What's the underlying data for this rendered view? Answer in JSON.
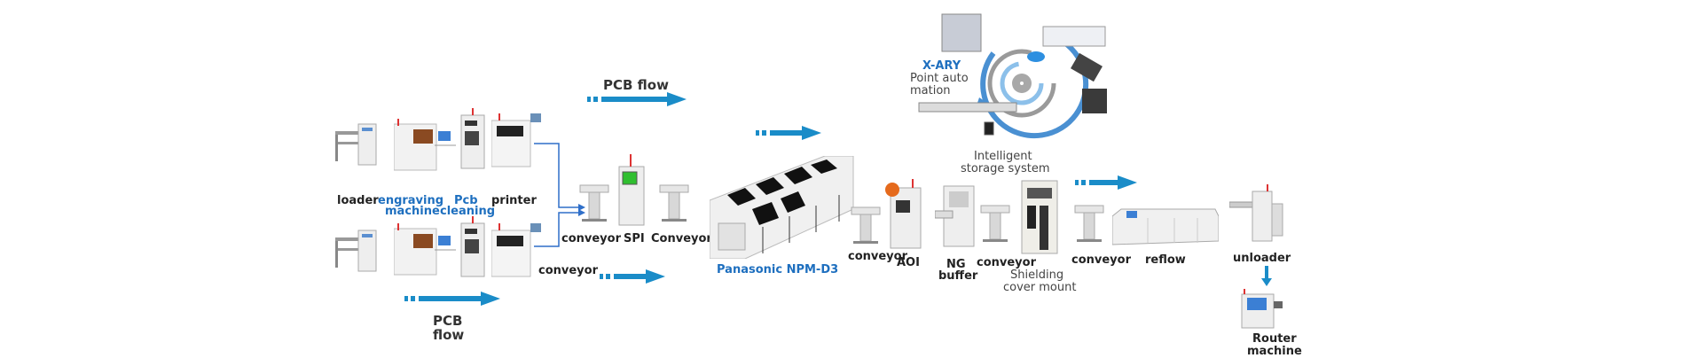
{
  "diagram": {
    "title": "SMT production line",
    "flow_labels": {
      "top": "PCB flow",
      "bottom_line1": "PCB",
      "bottom_line2": "flow"
    },
    "upper_line": [
      {
        "label": "loader"
      },
      {
        "label_line1": "engraving",
        "label_line2": "machine"
      },
      {
        "label_line1": "Pcb",
        "label_line2": "cleaning"
      },
      {
        "label": "printer"
      }
    ],
    "lower_line_label": "conveyor",
    "main_line": [
      {
        "label": "conveyor"
      },
      {
        "label": "SPI"
      },
      {
        "label": "Conveyor"
      },
      {
        "label": "Panasonic NPM-D3"
      },
      {
        "label": "conveyor"
      },
      {
        "label": "AOI"
      },
      {
        "label_line1": "NG",
        "label_line2": "buffer"
      },
      {
        "label": "conveyor"
      },
      {
        "label_line1": "Shielding",
        "label_line2": "cover  mount"
      },
      {
        "label": "conveyor"
      },
      {
        "label": "reflow"
      },
      {
        "label": "unloader"
      },
      {
        "label_line1": "Router",
        "label_line2": "machine"
      }
    ],
    "storage": {
      "label_line1": "Intelligent",
      "label_line2": "storage system"
    },
    "xary": {
      "title": "X-ARY",
      "line1": "Point auto",
      "line2": "mation"
    },
    "colors": {
      "arrow": "#1a8cc8",
      "connector": "#2f6fc9",
      "blue_text": "#1e6fbf"
    }
  }
}
